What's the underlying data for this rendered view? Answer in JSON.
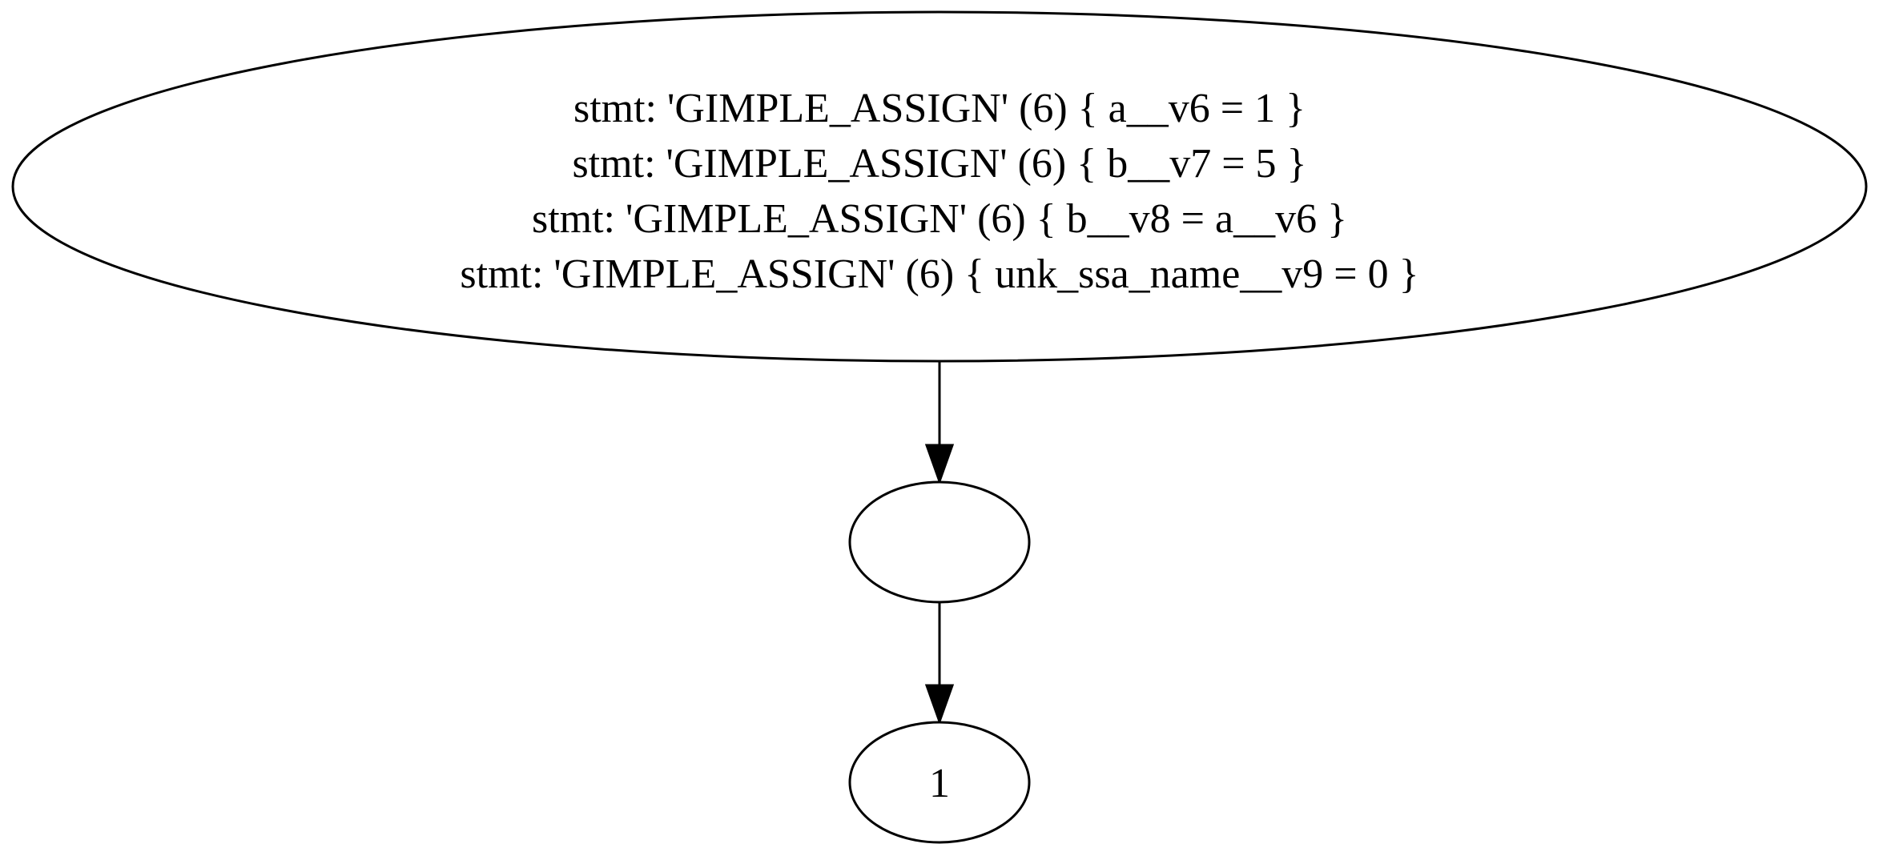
{
  "graph": {
    "nodes": [
      {
        "id": "stmt-block",
        "label_lines": [
          "stmt: 'GIMPLE_ASSIGN' (6) { a__v6 = 1 }",
          "stmt: 'GIMPLE_ASSIGN' (6) { b__v7 = 5 }",
          "stmt: 'GIMPLE_ASSIGN' (6) { b__v8 = a__v6 }",
          "stmt: 'GIMPLE_ASSIGN' (6) { unk_ssa_name__v9 = 0 }"
        ]
      },
      {
        "id": "empty-node",
        "label_lines": []
      },
      {
        "id": "exit-node",
        "label_lines": [
          "1"
        ]
      }
    ],
    "edges": [
      {
        "from": "stmt-block",
        "to": "empty-node"
      },
      {
        "from": "empty-node",
        "to": "exit-node"
      }
    ]
  }
}
